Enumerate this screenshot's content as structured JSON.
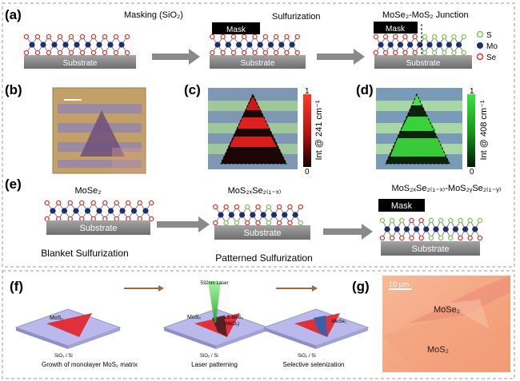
{
  "top": {
    "a": {
      "label": "(a)",
      "step1": "Masking (SiO₂)",
      "step2": "Sulfurization",
      "step3": "MoSe₂-MoS₂ Junction",
      "mask": "Mask",
      "substrate": "Substrate",
      "legend": [
        "S",
        "Mo",
        "Se"
      ]
    },
    "b": {
      "label": "(b)"
    },
    "c": {
      "label": "(c)",
      "cb_max": "1",
      "cb_min": "0",
      "cb_title": "Int @ 241 cm⁻¹"
    },
    "d": {
      "label": "(d)",
      "cb_max": "1",
      "cb_min": "0",
      "cb_title": "Int @ 408 cm⁻¹"
    },
    "e": {
      "label": "(e)",
      "title1": "MoSe₂",
      "title2": "MoS₂ₓSe₂₍₁₋ₓ₎",
      "title3": "MoS₂ₓSe₂₍₁₋ₓ₎-MoS₂ᵧSe₂₍₁₋ᵧ₎",
      "mask": "Mask",
      "substrate": "Substrate",
      "caption1": "Blanket Sulfurization",
      "caption2": "Patterned Sulfurization"
    }
  },
  "bottom": {
    "f": {
      "label": "(f)",
      "laser": "532nm Laser",
      "mos2": "MoS₂",
      "ls": "LS-MoS₂",
      "moo": "(MoOₓ)",
      "mose2": "MoSe₂",
      "sio2": "SiO₂ / Si",
      "cap1": "Growth of monolayer MoS₂ matrix",
      "cap2": "Laser patterning",
      "cap3": "Selective selenization"
    },
    "g": {
      "label": "(g)",
      "scale": "10 μm",
      "mose2": "MoSe₂",
      "mos2": "MoS₂"
    }
  },
  "colors": {
    "mo": "#1f2f6e",
    "s": "#7ec850",
    "se": "#d9392b",
    "substrate": "#8d8d8d",
    "arrow": "#8a8a8a",
    "brown_arrow": "#9a6a48",
    "green_cb": "#39c239",
    "red_cb": "#e03020",
    "plate": "#b9b9eb",
    "mos2_red": "#e0303a",
    "mose2_blue": "#3b5fa8"
  }
}
